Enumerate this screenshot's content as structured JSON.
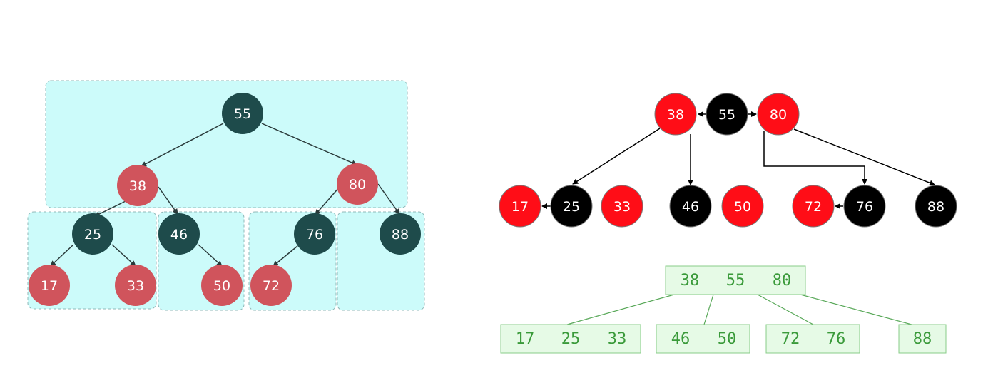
{
  "colors": {
    "group_fill": "#ccfbfa",
    "group_stroke": "#8fb8b8",
    "teal_node": "#1e4b4b",
    "pink_node": "#d0545c",
    "red_node": "#ff0d17",
    "black_node": "#000000",
    "btree_fill": "#e6fae6",
    "btree_stroke": "#88cc88",
    "btree_text": "#3a9a3a",
    "btree_edge": "#58a858"
  },
  "left_tree": {
    "nodes": [
      {
        "key": "55",
        "color": "teal"
      },
      {
        "key": "38",
        "color": "pink"
      },
      {
        "key": "80",
        "color": "pink"
      },
      {
        "key": "25",
        "color": "teal"
      },
      {
        "key": "46",
        "color": "teal"
      },
      {
        "key": "76",
        "color": "teal"
      },
      {
        "key": "88",
        "color": "teal"
      },
      {
        "key": "17",
        "color": "pink"
      },
      {
        "key": "33",
        "color": "pink"
      },
      {
        "key": "50",
        "color": "pink"
      },
      {
        "key": "72",
        "color": "pink"
      }
    ]
  },
  "right_tree": {
    "nodes": [
      {
        "key": "38",
        "color": "red"
      },
      {
        "key": "55",
        "color": "black"
      },
      {
        "key": "80",
        "color": "red"
      },
      {
        "key": "17",
        "color": "red"
      },
      {
        "key": "25",
        "color": "black"
      },
      {
        "key": "33",
        "color": "red"
      },
      {
        "key": "46",
        "color": "black"
      },
      {
        "key": "50",
        "color": "red"
      },
      {
        "key": "72",
        "color": "red"
      },
      {
        "key": "76",
        "color": "black"
      },
      {
        "key": "88",
        "color": "black"
      }
    ]
  },
  "btree": {
    "root": [
      "38",
      "55",
      "80"
    ],
    "leaves": [
      [
        "17",
        "25",
        "33"
      ],
      [
        "46",
        "50"
      ],
      [
        "72",
        "76"
      ],
      [
        "88"
      ]
    ]
  }
}
